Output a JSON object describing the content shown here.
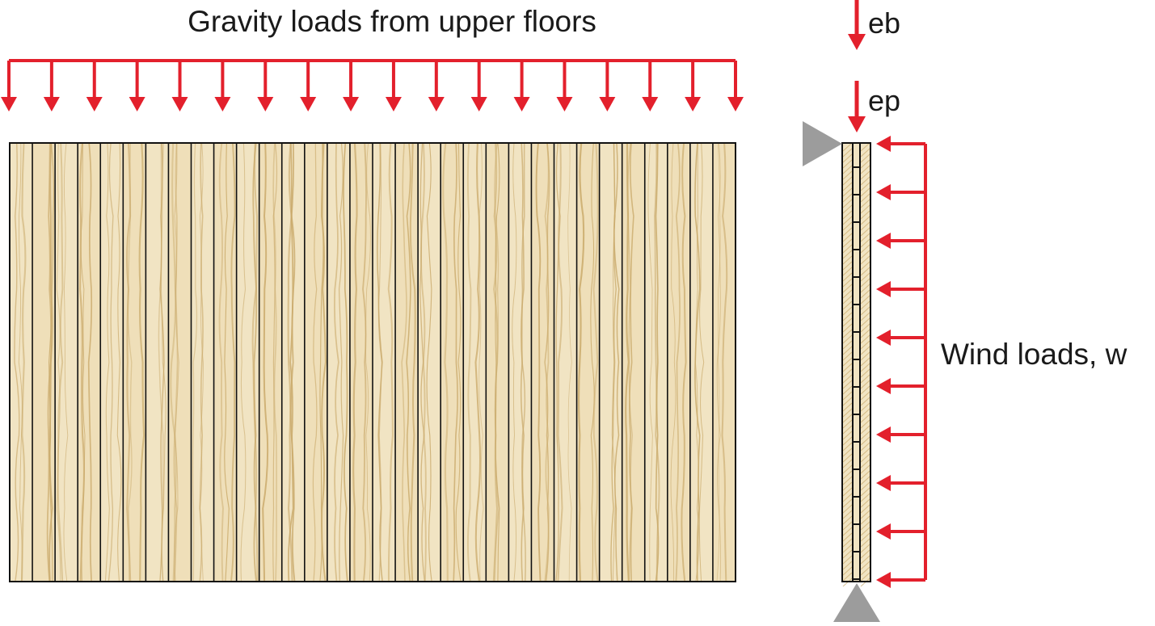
{
  "labels": {
    "gravity": "Gravity loads from upper floors",
    "eb": "eb",
    "ep": "ep",
    "wind": "Wind loads, w"
  },
  "panel": {
    "lamella_count": 32
  },
  "gravity_loads": {
    "arrow_count": 18
  },
  "wind_loads": {
    "arrow_count": 10
  },
  "colors": {
    "load_arrow": "#e3202c",
    "support": "#9c9c9c",
    "wood_light": "#f1e4c3",
    "wood_grain": "#c9a96a",
    "outline": "#111111"
  }
}
